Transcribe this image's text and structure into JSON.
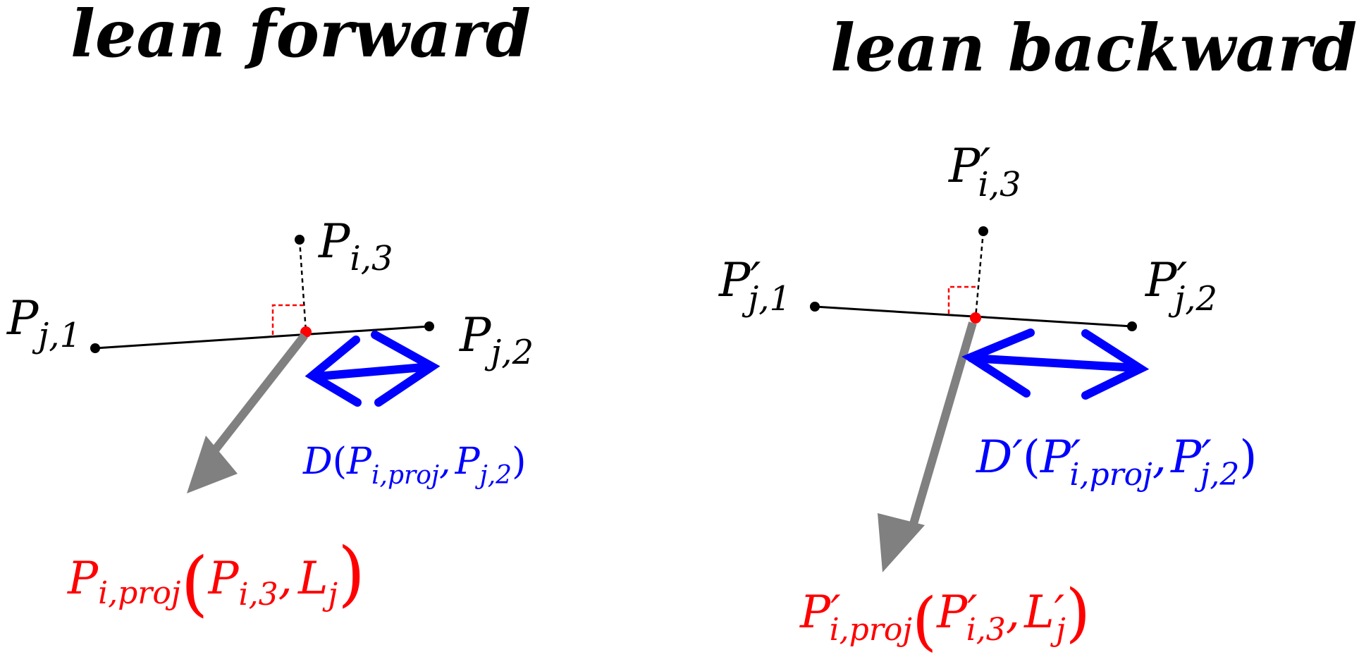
{
  "left": {
    "title": "lean forward",
    "labels": {
      "p_i3": {
        "main": "P",
        "sub": "i,3"
      },
      "p_j1": {
        "main": "P",
        "sub": "j,1"
      },
      "p_j2": {
        "main": "P",
        "sub": "j,2"
      },
      "distance": {
        "fn": "D",
        "open": "(",
        "a_main": "P",
        "a_sub": "i,proj",
        "comma": ",",
        "b_main": "P",
        "b_sub": "j,2",
        "close": ")"
      },
      "projection": {
        "main": "P",
        "sub": "i,proj",
        "open": "(",
        "a_main": "P",
        "a_sub": "i,3",
        "comma": ",",
        "b_main": "L",
        "b_sub": "j",
        "close": ")"
      }
    }
  },
  "right": {
    "title": "lean backward",
    "labels": {
      "p_i3": {
        "main": "P′",
        "sub": "i,3"
      },
      "p_j1": {
        "main": "P′",
        "sub": "j,1"
      },
      "p_j2": {
        "main": "P′",
        "sub": "j,2"
      },
      "distance": {
        "fn": "D′",
        "open": "(",
        "a_main": "P′",
        "a_sub": "i,proj",
        "comma": ",",
        "b_main": "P′",
        "b_sub": "j,2",
        "close": ")"
      },
      "projection": {
        "main": "P′",
        "sub": "i,proj",
        "open": "(",
        "a_main": "P′",
        "a_sub": "i,3",
        "comma": ",",
        "b_main": "L′",
        "b_sub": "j",
        "close": ")"
      }
    }
  },
  "colors": {
    "line": "#000000",
    "projection_point": "#ff0000",
    "projection_text": "#ff0000",
    "distance": "#0000ff",
    "arrow_gray": "#808080",
    "right_angle": "#ff0000"
  }
}
